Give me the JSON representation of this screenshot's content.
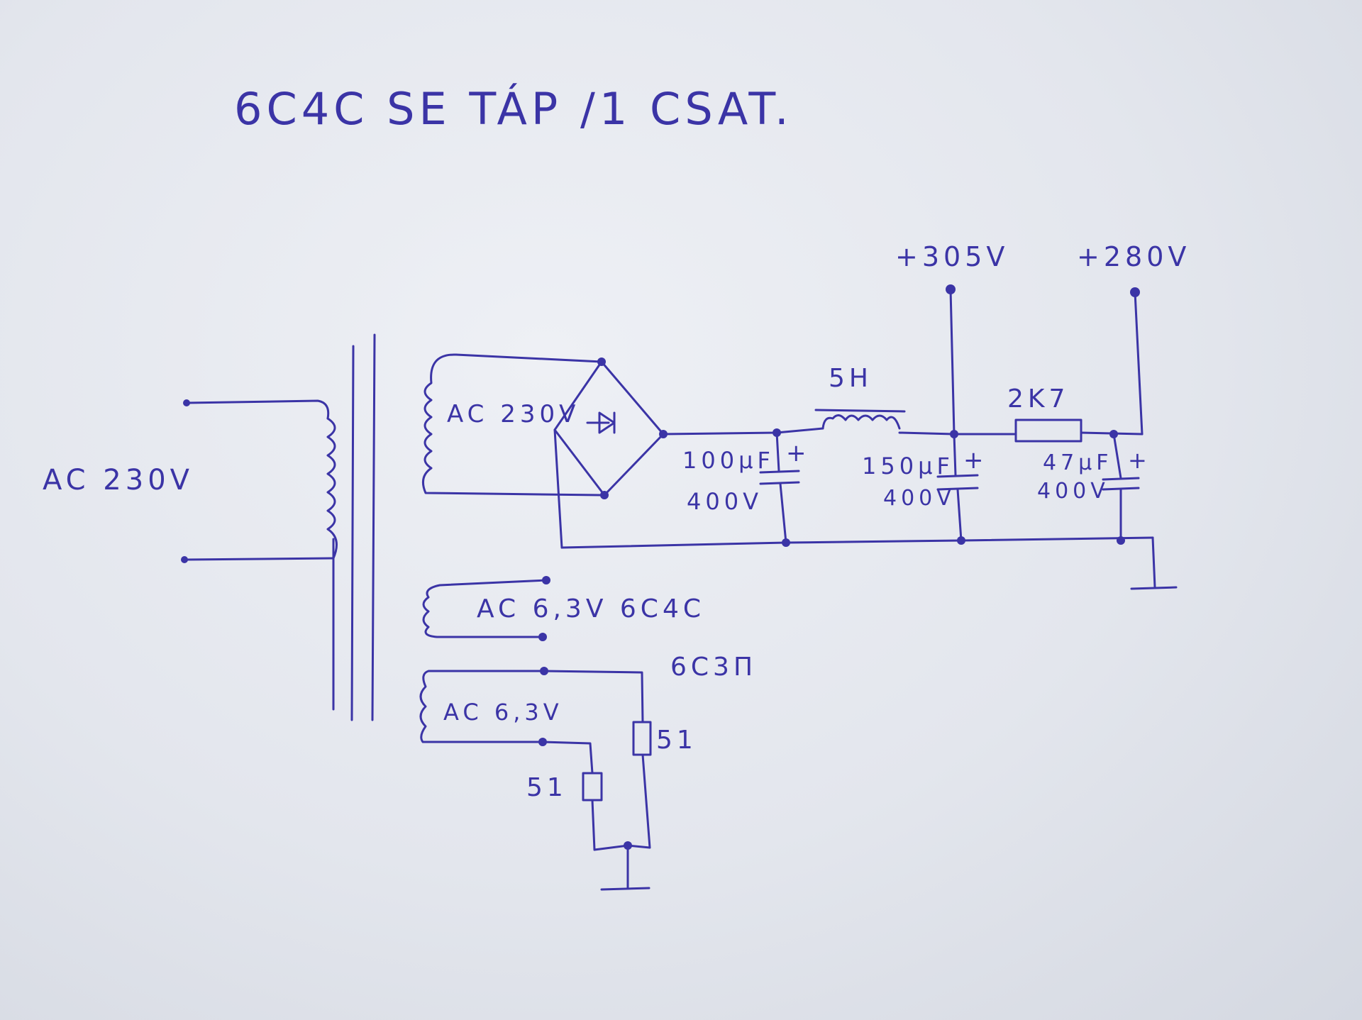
{
  "colors": {
    "ink": "#3b34a6",
    "paper": "#e6e9ef"
  },
  "title": "6C4C SE TÁP /1 CSAT.",
  "labels": {
    "mains_input": "AC 230V",
    "secondary_hv": "AC 230V",
    "heater_1": "AC 6,3V 6C4C",
    "heater_2_tube": "6C3П",
    "heater_2": "AC 6,3V",
    "resistor_right": "51",
    "resistor_left": "51"
  },
  "rails": {
    "b_plus_1": "+305V",
    "b_plus_2": "+280V"
  },
  "components": {
    "choke": "5H",
    "resistor": "2K7",
    "cap1_value": "100µF",
    "cap1_voltage": "400V",
    "cap2_value": "150µF",
    "cap2_voltage": "400V",
    "cap3_value": "47µF",
    "cap3_voltage": "400V",
    "plus_sign": "+"
  }
}
